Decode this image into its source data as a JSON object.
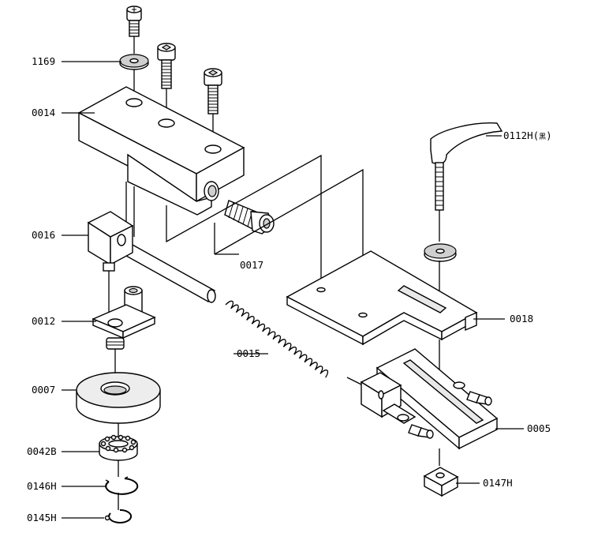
{
  "diagram": {
    "labels": {
      "l1169": "1169",
      "l0014": "0014",
      "l0016": "0016",
      "l0012": "0012",
      "l0007": "0007",
      "l0042B": "0042B",
      "l0146H": "0146H",
      "l0145H": "0145H",
      "l0017": "0017",
      "l0015": "0015",
      "l0112H": "0112H(",
      "l0112H_glyph": "黑",
      "l0112H_close": ")",
      "l0018": "0018",
      "l0005": "0005",
      "l0147H": "0147H"
    }
  }
}
